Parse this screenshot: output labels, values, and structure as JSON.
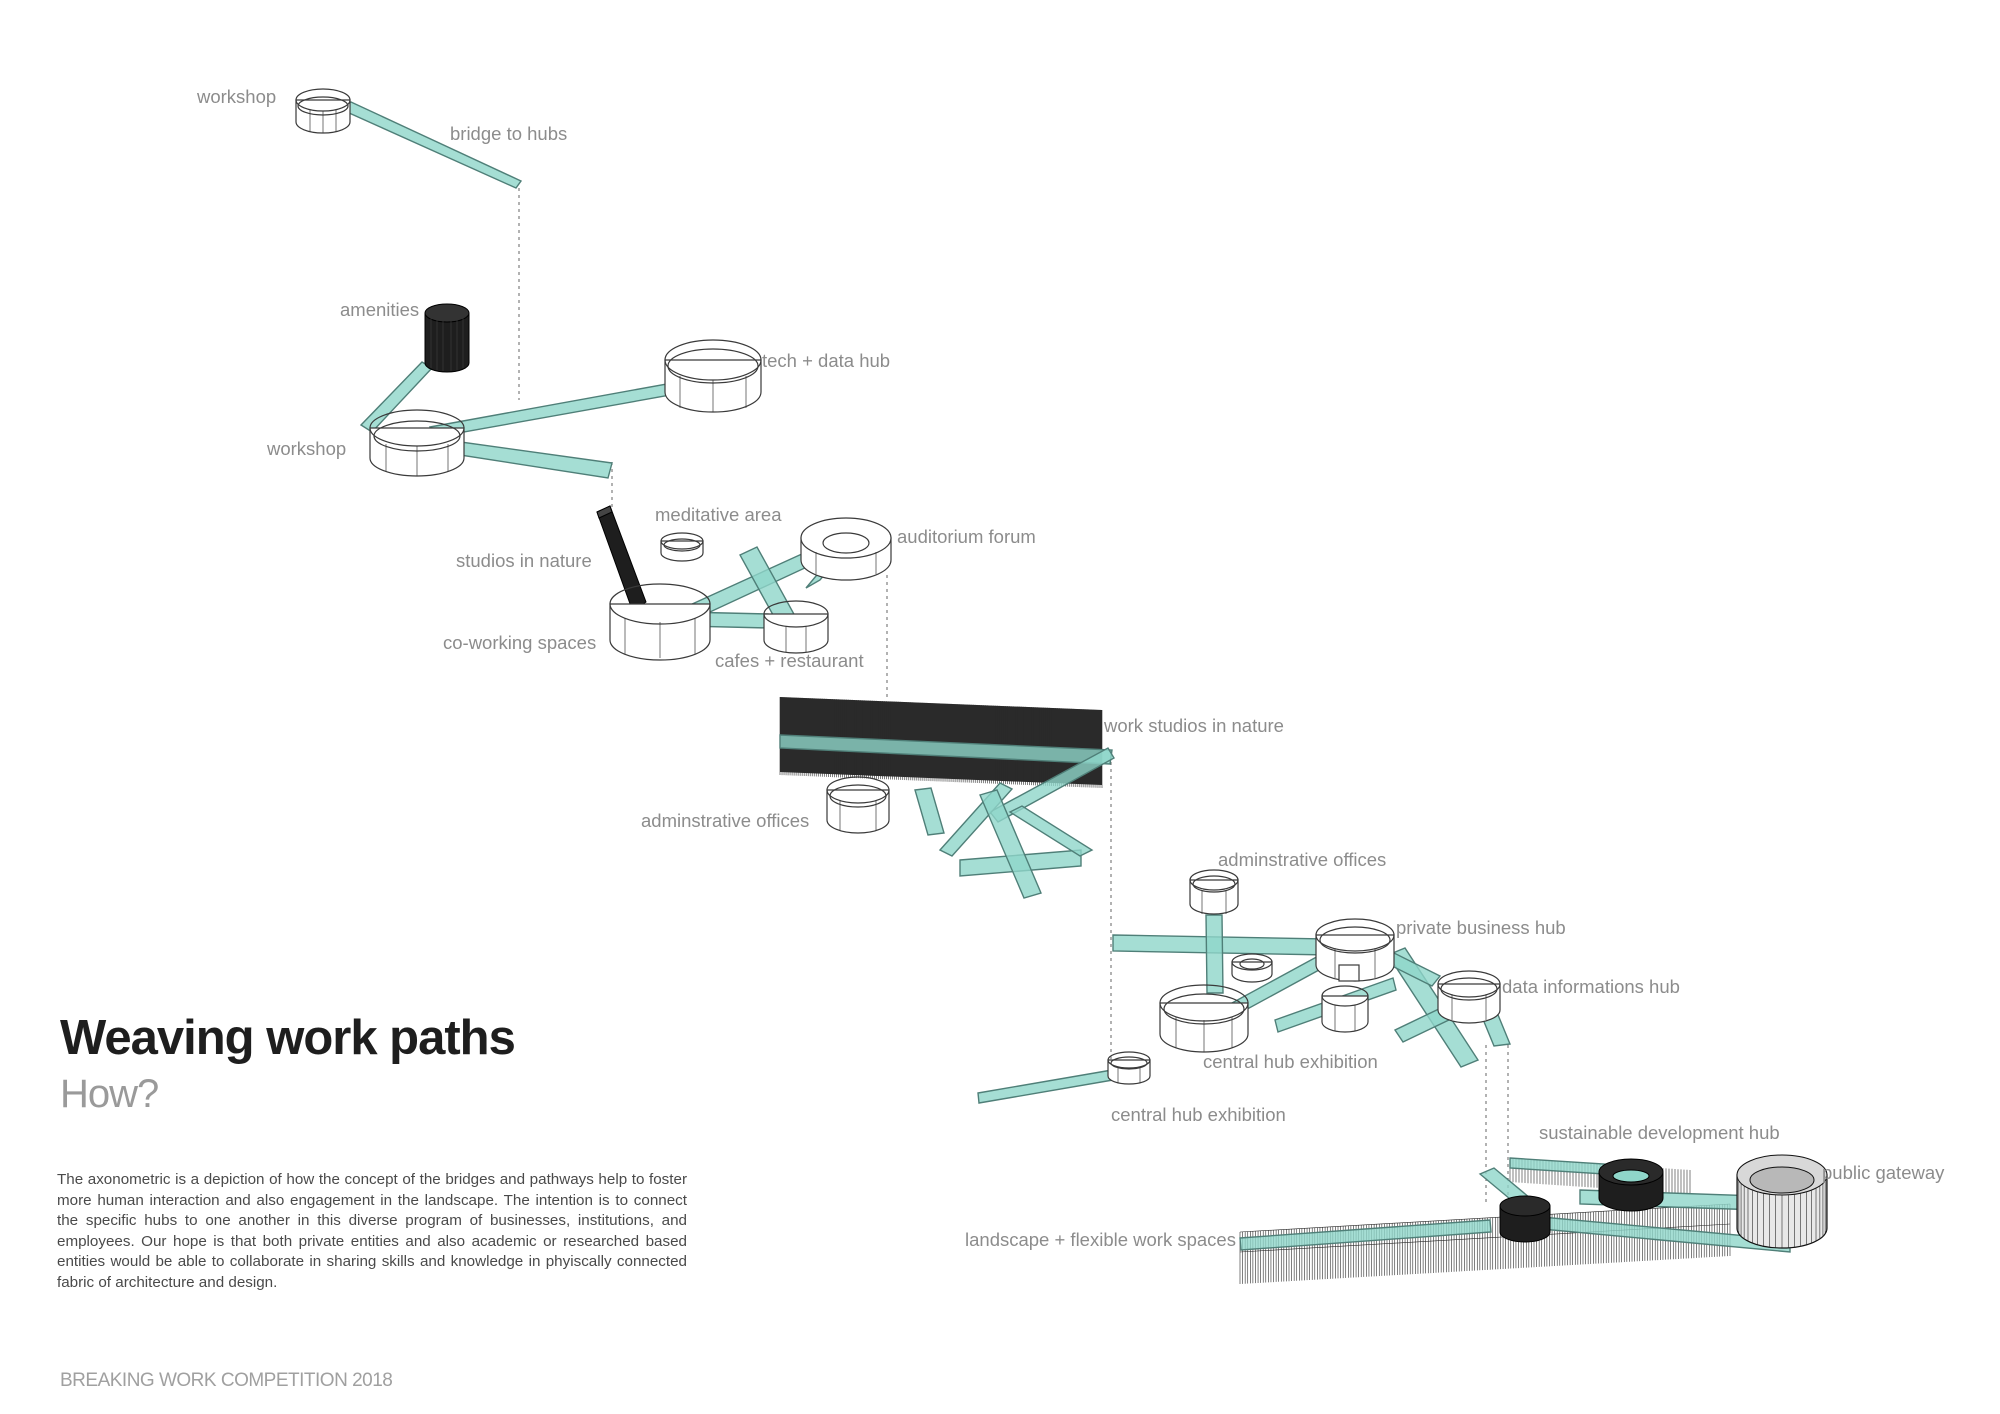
{
  "title": "Weaving work paths",
  "subtitle": "How?",
  "description": "The axonometric is a depiction of how the concept of the bridges and pathways help to foster more human interaction and also engagement in the landscape. The intention is to connect the specific hubs to one another in this diverse program of businesses, institutions, and employees. Our hope is that both private entities and also academic or researched based entities would be able to collaborate in sharing skills and knowledge in phyiscally connected fabric of architecture and design.",
  "footer": "BREAKING WORK COMPETITION 2018",
  "labels": {
    "workshop_top": "workshop",
    "bridge_to_hubs": "bridge to hubs",
    "amenities": "amenities",
    "tech_data_hub": "tech + data hub",
    "workshop_mid": "workshop",
    "meditative_area": "meditative area",
    "auditorium_forum": "auditorium forum",
    "studios_in_nature": "studios in nature",
    "co_working_spaces": "co-working spaces",
    "cafes_restaurant": "cafes + restaurant",
    "work_studios_in_nature": "work studios in nature",
    "administrative_offices_1": "adminstrative offices",
    "administrative_offices_2": "adminstrative offices",
    "private_business_hub": "private business hub",
    "data_informations_hub": "data informations hub",
    "central_hub_exhibition_1": "central hub exhibition",
    "central_hub_exhibition_2": "central hub exhibition",
    "sustainable_development_hub": "sustainable development hub",
    "public_gateway": "public gateway",
    "landscape_flexible_work_spaces": "landscape + flexible work spaces"
  },
  "colors": {
    "pathway": "#8fd6c9",
    "pathway_edge": "#4f7f78",
    "outline": "#3a3a3a",
    "solid": "#1e1e1e",
    "label": "#8c8c8c"
  }
}
